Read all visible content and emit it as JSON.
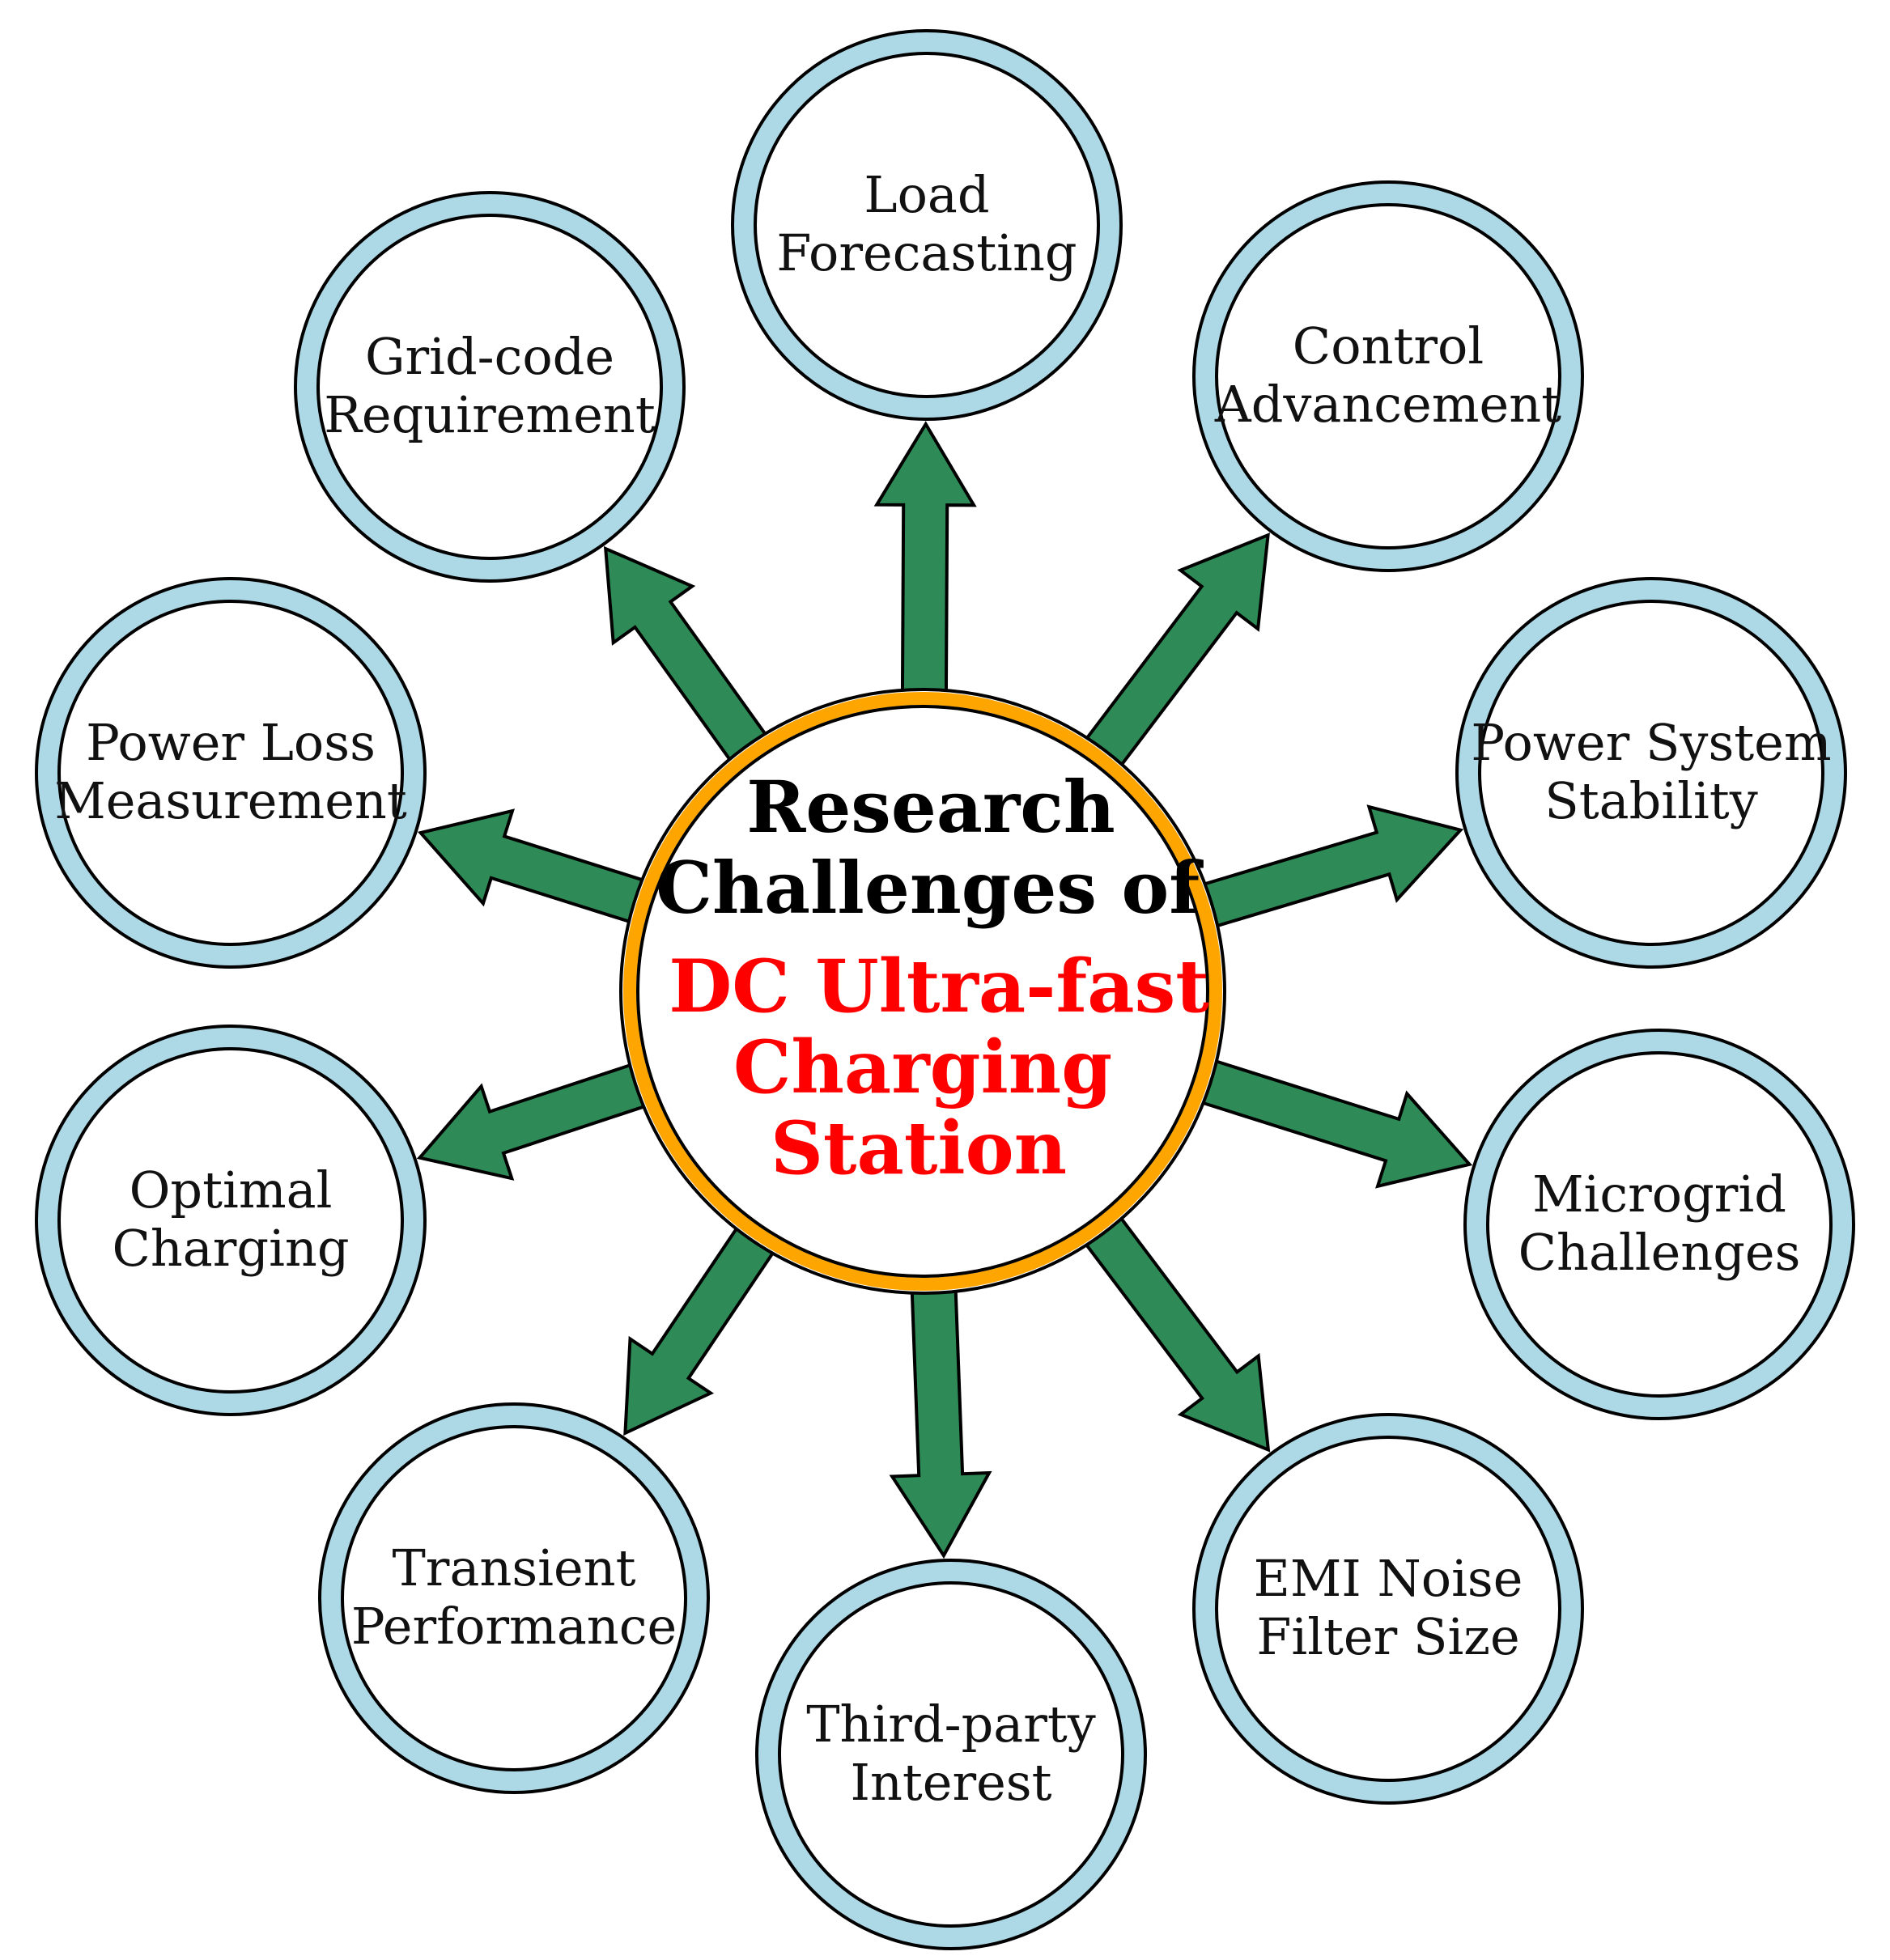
{
  "colors": {
    "arrow_fill": "#2e8b57",
    "arrow_stroke": "#000000",
    "node_ring": "#add8e6",
    "node_outline": "#000000",
    "hub_ring": "#ffa500",
    "title_black": "#000000",
    "title_red": "#ff0000"
  },
  "hub": {
    "title_lines": [
      "Research",
      "Challenges of"
    ],
    "subtitle_lines": [
      "DC Ultra-fast",
      "Charging",
      "Station"
    ]
  },
  "nodes": [
    {
      "id": "load-forecasting",
      "lines": [
        "Load",
        "Forecasting"
      ]
    },
    {
      "id": "control-advancement",
      "lines": [
        "Control",
        "Advancement"
      ]
    },
    {
      "id": "power-system-stability",
      "lines": [
        "Power System",
        "Stability"
      ]
    },
    {
      "id": "microgrid-challenges",
      "lines": [
        "Microgrid",
        "Challenges"
      ]
    },
    {
      "id": "emi-noise-filter-size",
      "lines": [
        "EMI Noise",
        "Filter Size"
      ]
    },
    {
      "id": "third-party-interest",
      "lines": [
        "Third-party",
        "Interest"
      ]
    },
    {
      "id": "transient-performance",
      "lines": [
        "Transient",
        "Performance"
      ]
    },
    {
      "id": "optimal-charging",
      "lines": [
        "Optimal",
        "Charging"
      ]
    },
    {
      "id": "power-loss-measurement",
      "lines": [
        "Power Loss",
        "Measurement"
      ]
    },
    {
      "id": "grid-code-requirement",
      "lines": [
        "Grid-code",
        "Requirement"
      ]
    }
  ]
}
